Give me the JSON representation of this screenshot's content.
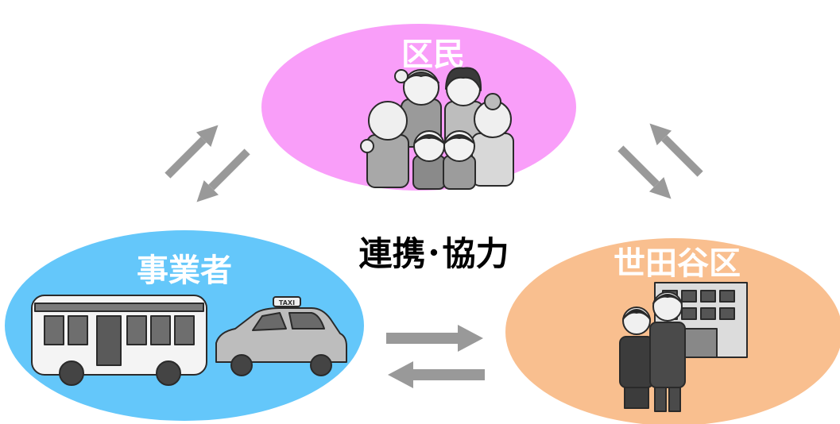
{
  "nodes": {
    "citizens": {
      "label": "区民",
      "color": "#f99ef9"
    },
    "businesses": {
      "label": "事業者",
      "color": "#64c7fa"
    },
    "ward": {
      "label": "世田谷区",
      "color": "#f9bf8f"
    }
  },
  "center_label": "連携･協力",
  "taxi_sign": "TAXI",
  "arrow_color": "#999999"
}
